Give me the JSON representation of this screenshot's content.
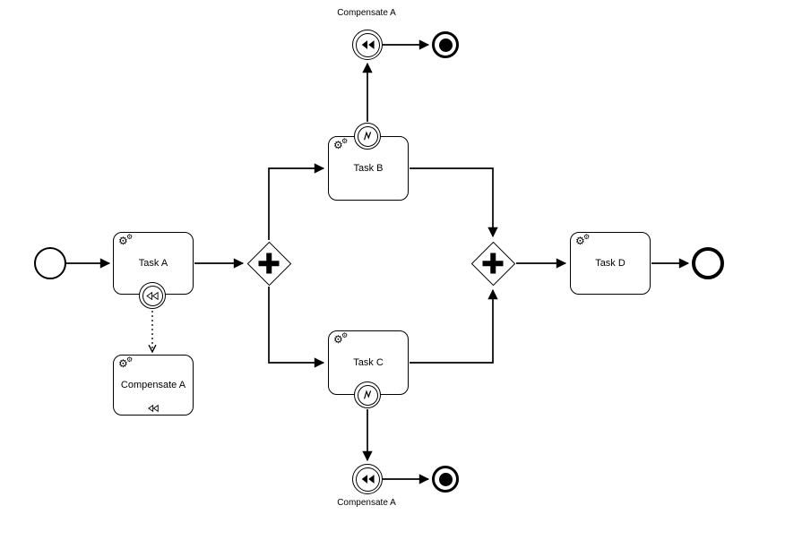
{
  "diagram": {
    "kind": "bpmn-process-diagram",
    "colors": {
      "stroke": "#000000",
      "fill": "#ffffff"
    },
    "icons": {
      "service": "⚙"
    },
    "nodes": {
      "start": {
        "type": "start-event"
      },
      "taskA": {
        "label": "Task A",
        "type": "service-task"
      },
      "compBoundaryA": {
        "type": "compensation-boundary-event"
      },
      "compTaskA": {
        "label": "Compensate A",
        "type": "service-task-with-compensation-marker"
      },
      "gatewaySplit": {
        "type": "parallel-gateway"
      },
      "taskB": {
        "label": "Task B",
        "type": "service-task"
      },
      "errorBoundaryB": {
        "type": "error-boundary-event"
      },
      "compThrowTop": {
        "label": "Compensate A",
        "type": "compensation-intermediate-throw-event"
      },
      "terminateTop": {
        "type": "terminate-end-event"
      },
      "taskC": {
        "label": "Task C",
        "type": "service-task"
      },
      "errorBoundaryC": {
        "type": "error-boundary-event"
      },
      "compThrowBottom": {
        "label": "Compensate A",
        "type": "compensation-intermediate-throw-event"
      },
      "terminateBottom": {
        "type": "terminate-end-event"
      },
      "gatewayJoin": {
        "type": "parallel-gateway"
      },
      "taskD": {
        "label": "Task D",
        "type": "service-task"
      },
      "end": {
        "type": "end-event"
      }
    }
  }
}
